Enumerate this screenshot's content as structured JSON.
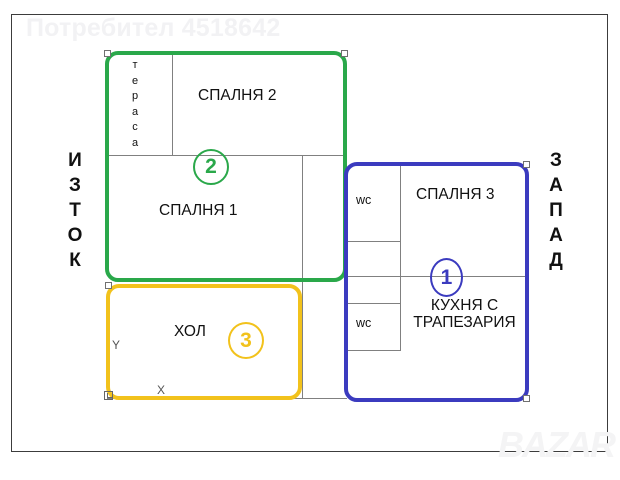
{
  "watermarks": {
    "user": "Потребител 4518642",
    "site": "BAZAR"
  },
  "compass": {
    "east_label": "И\nЗ\nТ\nО\nК",
    "west_label": "З\nА\nП\nА\nД"
  },
  "units": [
    {
      "id": "unit-1",
      "badge": "1",
      "color": "#3b3bbf",
      "rooms": [
        "СПАЛНЯ 3",
        "КУХНЯ С ТРАПЕЗАРИЯ",
        "wc",
        "wc"
      ]
    },
    {
      "id": "unit-2",
      "badge": "2",
      "color": "#2aa84a",
      "rooms": [
        "СПАЛНЯ 2",
        "СПАЛНЯ 1",
        "тераса"
      ]
    },
    {
      "id": "unit-3",
      "badge": "3",
      "color": "#f2c21c",
      "rooms": [
        "ХОЛ"
      ]
    }
  ],
  "labels": {
    "bedroom_2": "СПАЛНЯ 2",
    "bedroom_1": "СПАЛНЯ 1",
    "bedroom_3": "СПАЛНЯ 3",
    "hall": "ХОЛ",
    "kitchen_dining": "КУХНЯ С ТРАПЕЗАРИЯ",
    "terrace": "т\nе\nр\nа\nс\nа",
    "wc_top": "wc",
    "wc_bottom": "wc"
  },
  "badges": {
    "one": "1",
    "two": "2",
    "three": "3"
  },
  "axis": {
    "y_label": "Y",
    "x_label": "X"
  }
}
